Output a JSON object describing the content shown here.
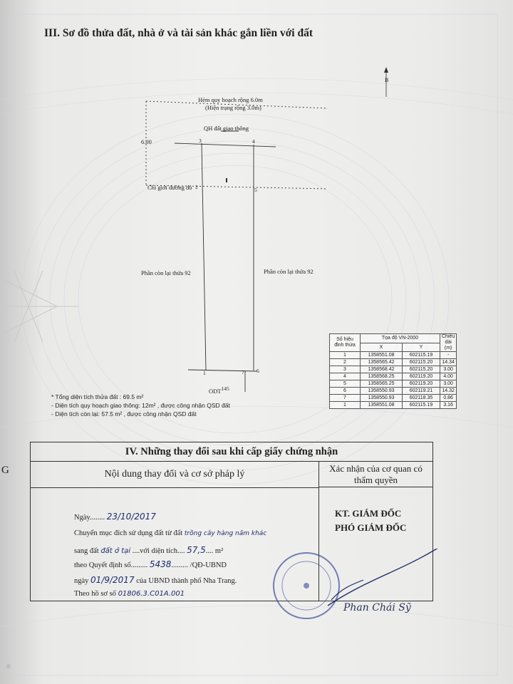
{
  "section3": {
    "title": "III. Sơ đồ thửa đất, nhà ở và tài sản khác gắn liền với đất",
    "north_label": "B",
    "alley": "Hẻm quy hoạch rộng 6.0m",
    "alley_current": "(Hiện trạng rộng 3.0m)",
    "road_plan": "QH đất giao thông",
    "boundary": "Chỉ giới đường đỏ",
    "dimension": "6.00",
    "remaining_left": "Phần còn lại thửa 92",
    "remaining_right": "Phần còn lại thửa 92",
    "land_code": "ODT",
    "land_code_sup": "145",
    "points": [
      "1",
      "2",
      "3",
      "4",
      "5",
      "6",
      "7"
    ]
  },
  "coordinates": {
    "headers": {
      "no": "Số hiệu đỉnh thửa",
      "coord": "Tọa độ VN-2000",
      "x": "X",
      "y": "Y",
      "len": "Chiều dài (m)"
    },
    "rows": [
      {
        "no": "1",
        "x": "1358551.08",
        "y": "602115.19",
        "len": "-"
      },
      {
        "no": "2",
        "x": "1358565.42",
        "y": "602115.20",
        "len": "14.34"
      },
      {
        "no": "3",
        "x": "1358568.42",
        "y": "602115.20",
        "len": "3.00"
      },
      {
        "no": "4",
        "x": "1358568.25",
        "y": "602119.20",
        "len": "4.00"
      },
      {
        "no": "5",
        "x": "1358565.25",
        "y": "602119.20",
        "len": "3.00"
      },
      {
        "no": "6",
        "x": "1358550.93",
        "y": "602119.21",
        "len": "14.32"
      },
      {
        "no": "7",
        "x": "1358550.93",
        "y": "602118.35",
        "len": "0.86"
      },
      {
        "no": "1",
        "x": "1358551.08",
        "y": "602115.19",
        "len": "3.16"
      }
    ]
  },
  "notes": {
    "total": "* Tổng diện tích thửa đất : 69.5 m²",
    "road": "- Diện tích quy hoạch giao thông: 12m² , được công nhận QSD đất",
    "remaining": "- Diện tích còn lại: 57.5 m² , được công nhận QSD đất"
  },
  "section4": {
    "title": "IV. Những thay đổi sau khi cấp giấy chứng nhận",
    "col1": "Nội dung thay đổi và cơ sở pháp lý",
    "col2": "Xác nhận của cơ quan có thẩm quyền",
    "date_label": "Ngày",
    "date_value": "23/10/2017",
    "purpose_label": "Chuyển mục đích sử dụng đất từ đất",
    "purpose_value": "trồng cây hàng năm khác",
    "to_label": "sang đất",
    "to_value": "đất ở tại",
    "area_label": "với diện tích",
    "area_value": "57,5",
    "area_unit": "m²",
    "decision_label": "theo Quyết định số",
    "decision_value": "5438",
    "decision_suffix": "/QĐ-UBND",
    "day_label": "ngày",
    "day_value": "01/9/2017",
    "issuer": "của UBND thành phố Nha Trang.",
    "file_label": "Theo hồ sơ số",
    "file_value": "01806.3.C01A.001",
    "rank": "KT. GIÁM ĐỐC",
    "position": "PHÓ GIÁM ĐỐC",
    "signer": "Phan Chái Sỹ",
    "edge_letter": "G"
  }
}
